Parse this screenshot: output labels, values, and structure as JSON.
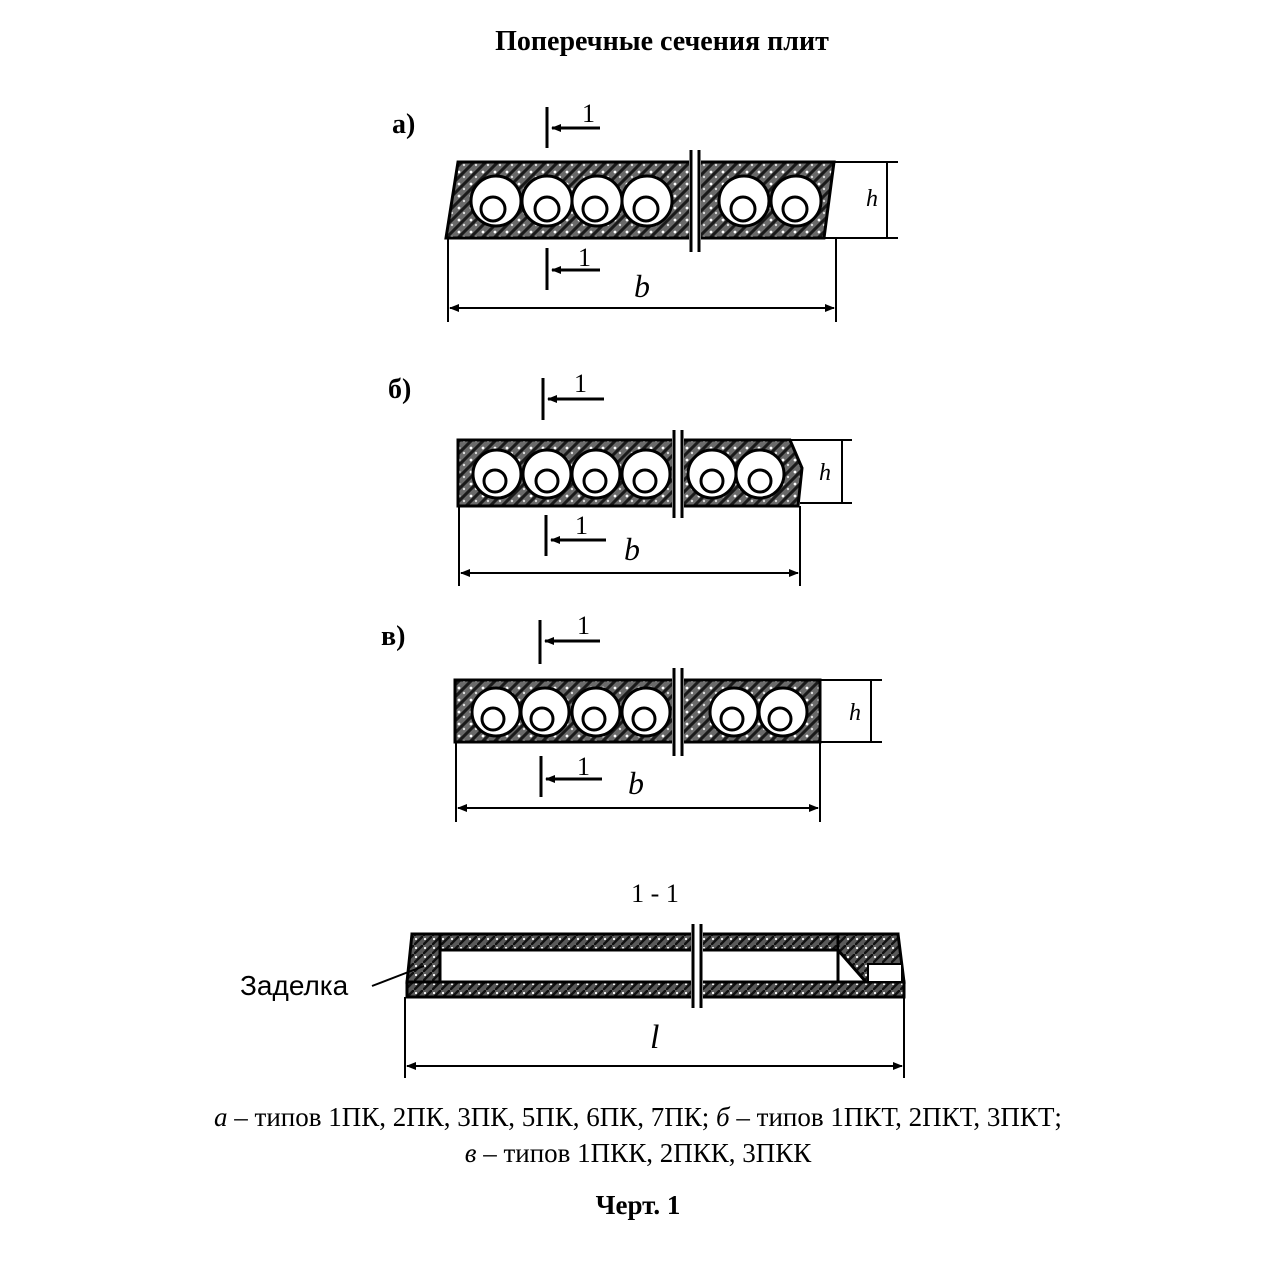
{
  "title": "Поперечные сечения плит",
  "sections": [
    {
      "label": "а)",
      "section_mark": "1",
      "width_label": "b",
      "height_label": "h"
    },
    {
      "label": "б)",
      "section_mark": "1",
      "width_label": "b",
      "height_label": "h"
    },
    {
      "label": "в)",
      "section_mark": "1",
      "width_label": "b",
      "height_label": "h"
    }
  ],
  "longitudinal": {
    "title": "1 - 1",
    "seal_label": "Заделка",
    "length_label": "l"
  },
  "caption": {
    "a_letter": "а",
    "a_text": " – типов 1ПК, 2ПК, 3ПК, 5ПК, 6ПК, 7ПК;",
    "b_letter": "б",
    "b_text": " – типов 1ПКТ, 2ПКТ, 3ПКТ;",
    "c_letter": "в",
    "c_text": " – типов 1ПКК, 2ПКК, 3ПКК"
  },
  "figure_label": "Черт. 1"
}
